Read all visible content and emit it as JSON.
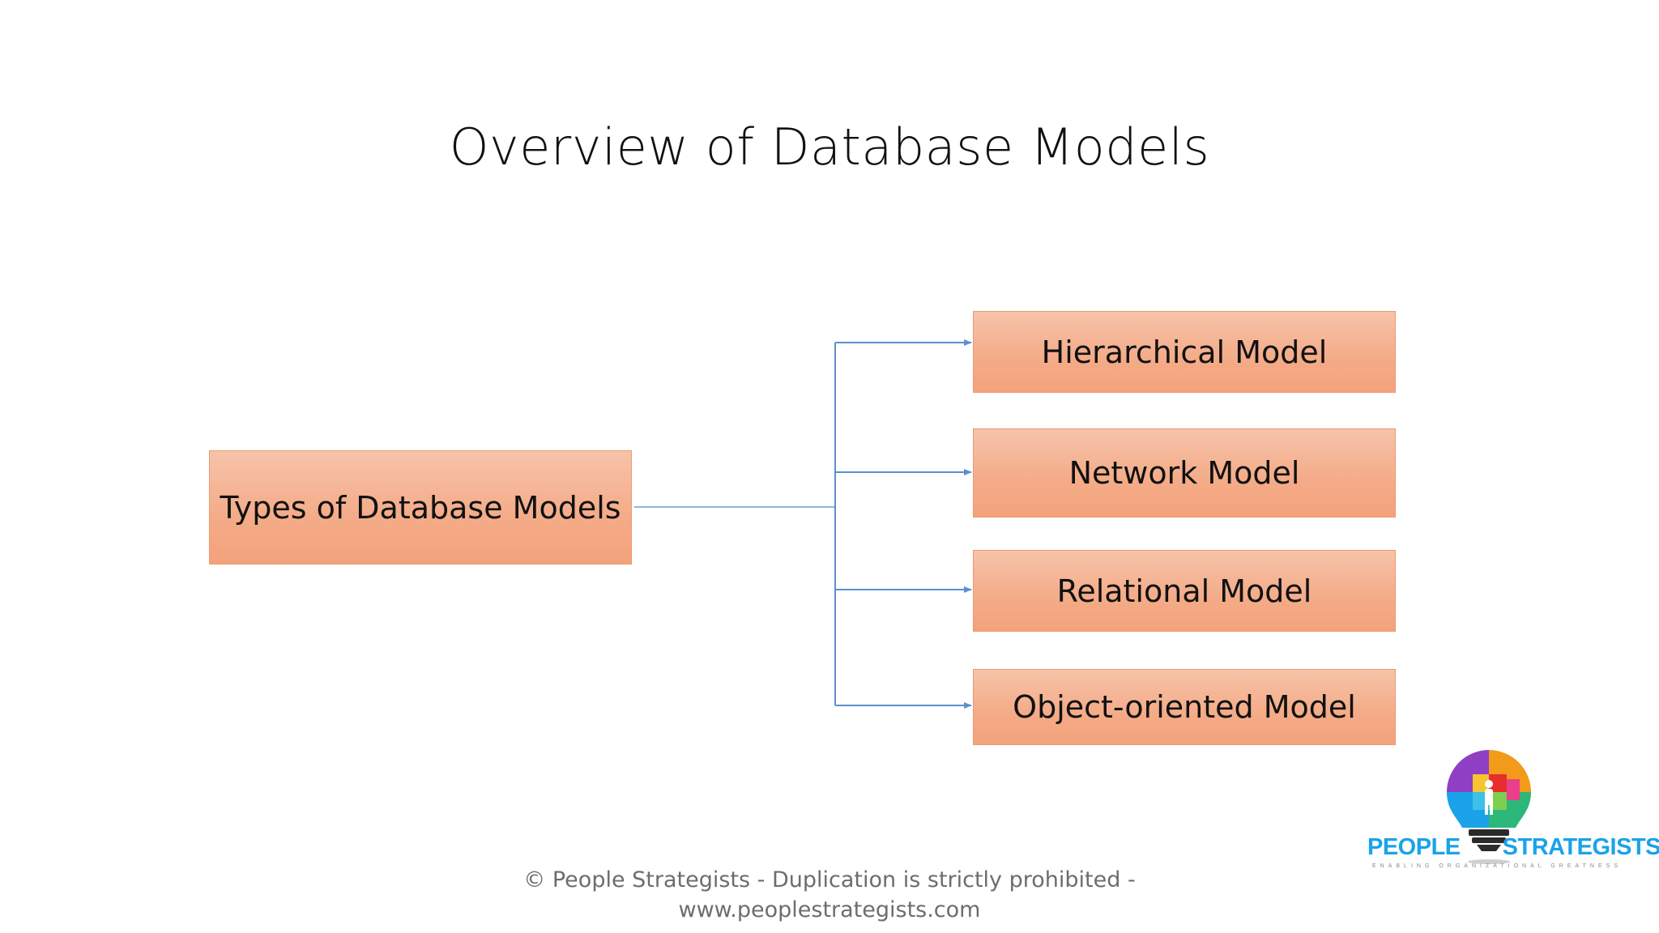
{
  "slide": {
    "title": "Overview of Database Models",
    "footer_line1": "© People Strategists - Duplication is strictly prohibited -",
    "footer_line2": "www.peoplestrategists.com"
  },
  "diagram": {
    "root": {
      "label": "Types of Database Models"
    },
    "children": [
      {
        "label": "Hierarchical Model"
      },
      {
        "label": "Network Model"
      },
      {
        "label": "Relational Model"
      },
      {
        "label": "Object-oriented Model"
      }
    ],
    "colors": {
      "node_fill": "#f4ab87",
      "node_border": "#ed9a6f",
      "connector": "#5b8fcf"
    }
  },
  "logo": {
    "word_a": "PEOPLE",
    "word_b": "STRATEGISTS",
    "tagline": "ENABLING ORGANIZATIONAL GREATNESS",
    "icon": "lightbulb-puzzle-icon"
  }
}
